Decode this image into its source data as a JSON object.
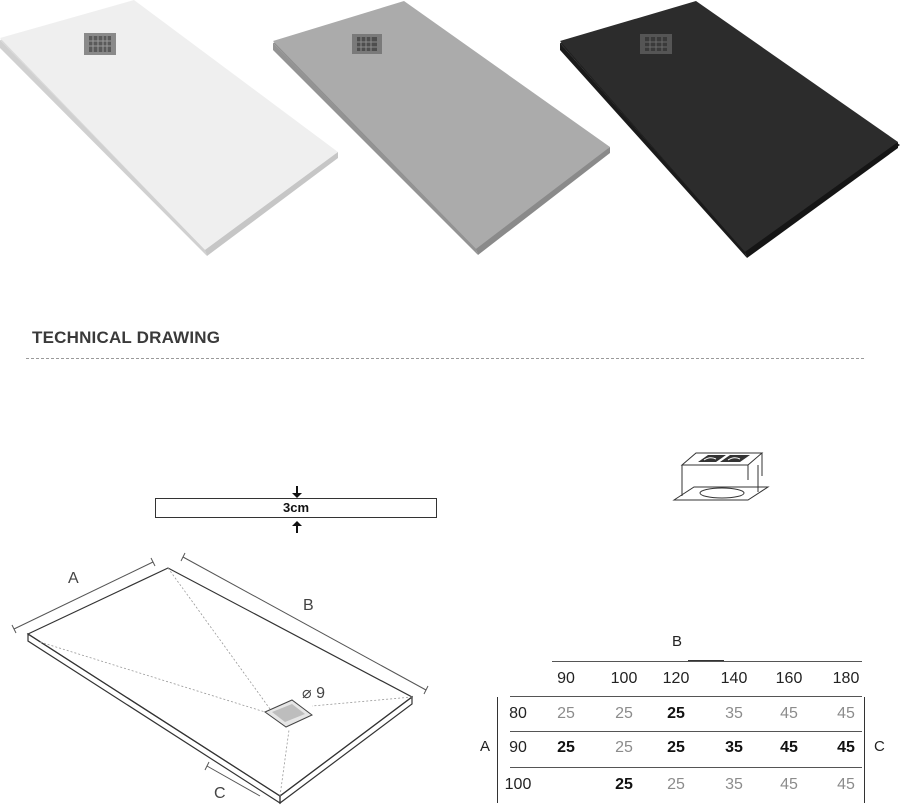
{
  "products": [
    {
      "name": "white",
      "color": "#ececec",
      "edge": "#d4d4d4"
    },
    {
      "name": "grey",
      "color": "#a9a9a9",
      "edge": "#8f8f8f"
    },
    {
      "name": "black",
      "color": "#2b2b2b",
      "edge": "#1a1a1a"
    }
  ],
  "section": {
    "title": "TECHNICAL DRAWING"
  },
  "profile": {
    "thickness_label": "3cm"
  },
  "drawing": {
    "label_a": "A",
    "label_b": "B",
    "label_c": "C",
    "drain_label": "⌀ 9"
  },
  "table": {
    "label_b": "B",
    "label_a": "A",
    "label_c": "C",
    "columns": [
      "90",
      "100",
      "120",
      "140",
      "160",
      "180"
    ],
    "rows": [
      {
        "label": "80",
        "cells": [
          {
            "v": "25",
            "bold": false
          },
          {
            "v": "25",
            "bold": false
          },
          {
            "v": "25",
            "bold": true
          },
          {
            "v": "35",
            "bold": false
          },
          {
            "v": "45",
            "bold": false
          },
          {
            "v": "45",
            "bold": false
          }
        ]
      },
      {
        "label": "90",
        "cells": [
          {
            "v": "25",
            "bold": true
          },
          {
            "v": "25",
            "bold": false
          },
          {
            "v": "25",
            "bold": true
          },
          {
            "v": "35",
            "bold": true
          },
          {
            "v": "45",
            "bold": true
          },
          {
            "v": "45",
            "bold": true
          }
        ]
      },
      {
        "label": "100",
        "cells": [
          {
            "v": "",
            "bold": false
          },
          {
            "v": "25",
            "bold": true
          },
          {
            "v": "25",
            "bold": false
          },
          {
            "v": "35",
            "bold": false
          },
          {
            "v": "45",
            "bold": false
          },
          {
            "v": "45",
            "bold": false
          }
        ]
      }
    ]
  }
}
